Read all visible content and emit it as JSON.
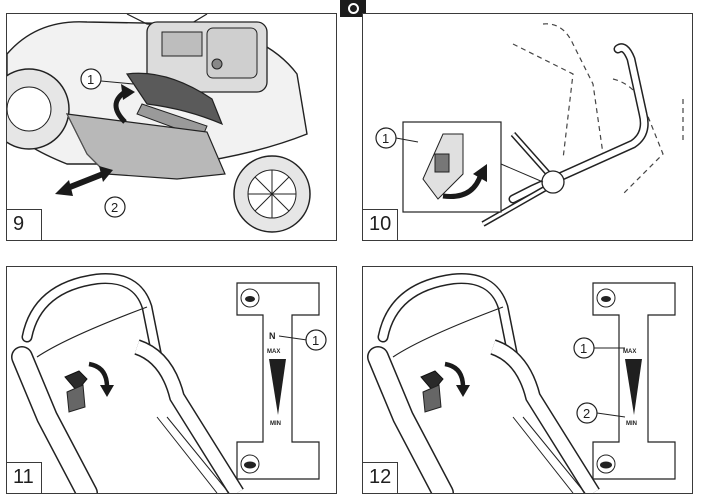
{
  "panels": [
    {
      "number": "9",
      "callouts": [
        "1",
        "2"
      ]
    },
    {
      "number": "10",
      "callouts": [
        "1"
      ]
    },
    {
      "number": "11",
      "callouts": [
        "1"
      ],
      "gauge": {
        "n": "N",
        "max": "MAX",
        "min": "MIN"
      }
    },
    {
      "number": "12",
      "callouts": [
        "1",
        "2"
      ],
      "gauge": {
        "max": "MAX",
        "min": "MIN"
      }
    }
  ],
  "icons": [
    "hare-icon",
    "tortoise-icon",
    "rotate-arrow-icon",
    "push-arrow-icon"
  ]
}
